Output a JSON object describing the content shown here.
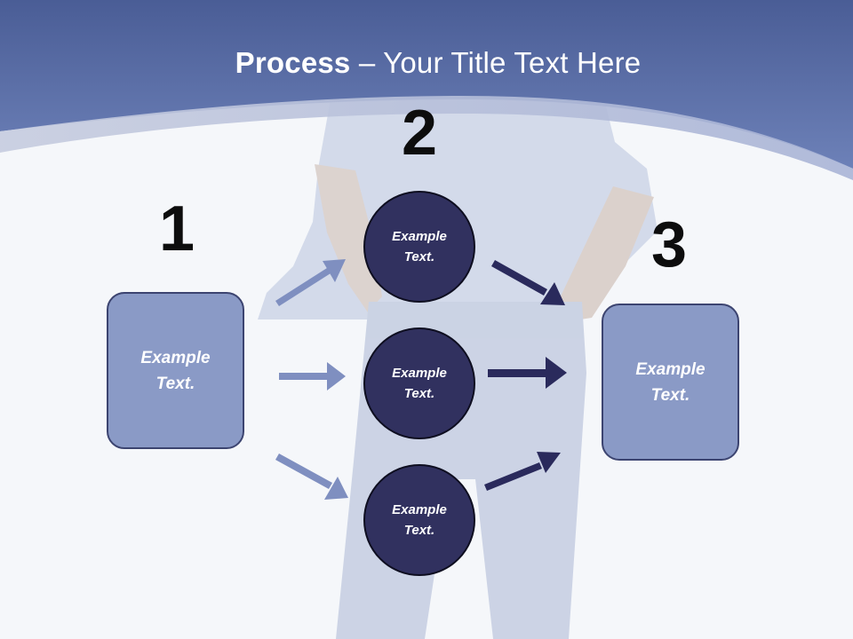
{
  "title": {
    "bold": "Process",
    "rest": " – Your Title Text Here"
  },
  "steps": [
    {
      "number": "1",
      "text": "Example Text."
    },
    {
      "number": "2",
      "items": [
        "Example Text.",
        "Example Text.",
        "Example Text."
      ]
    },
    {
      "number": "3",
      "text": "Example Text."
    }
  ],
  "colors": {
    "header": "#5a6da7",
    "box_fill": "#8a9ac6",
    "circle_fill": "#31315f",
    "arrow_light": "#7f8fc0",
    "arrow_dark": "#2a2a5c"
  }
}
